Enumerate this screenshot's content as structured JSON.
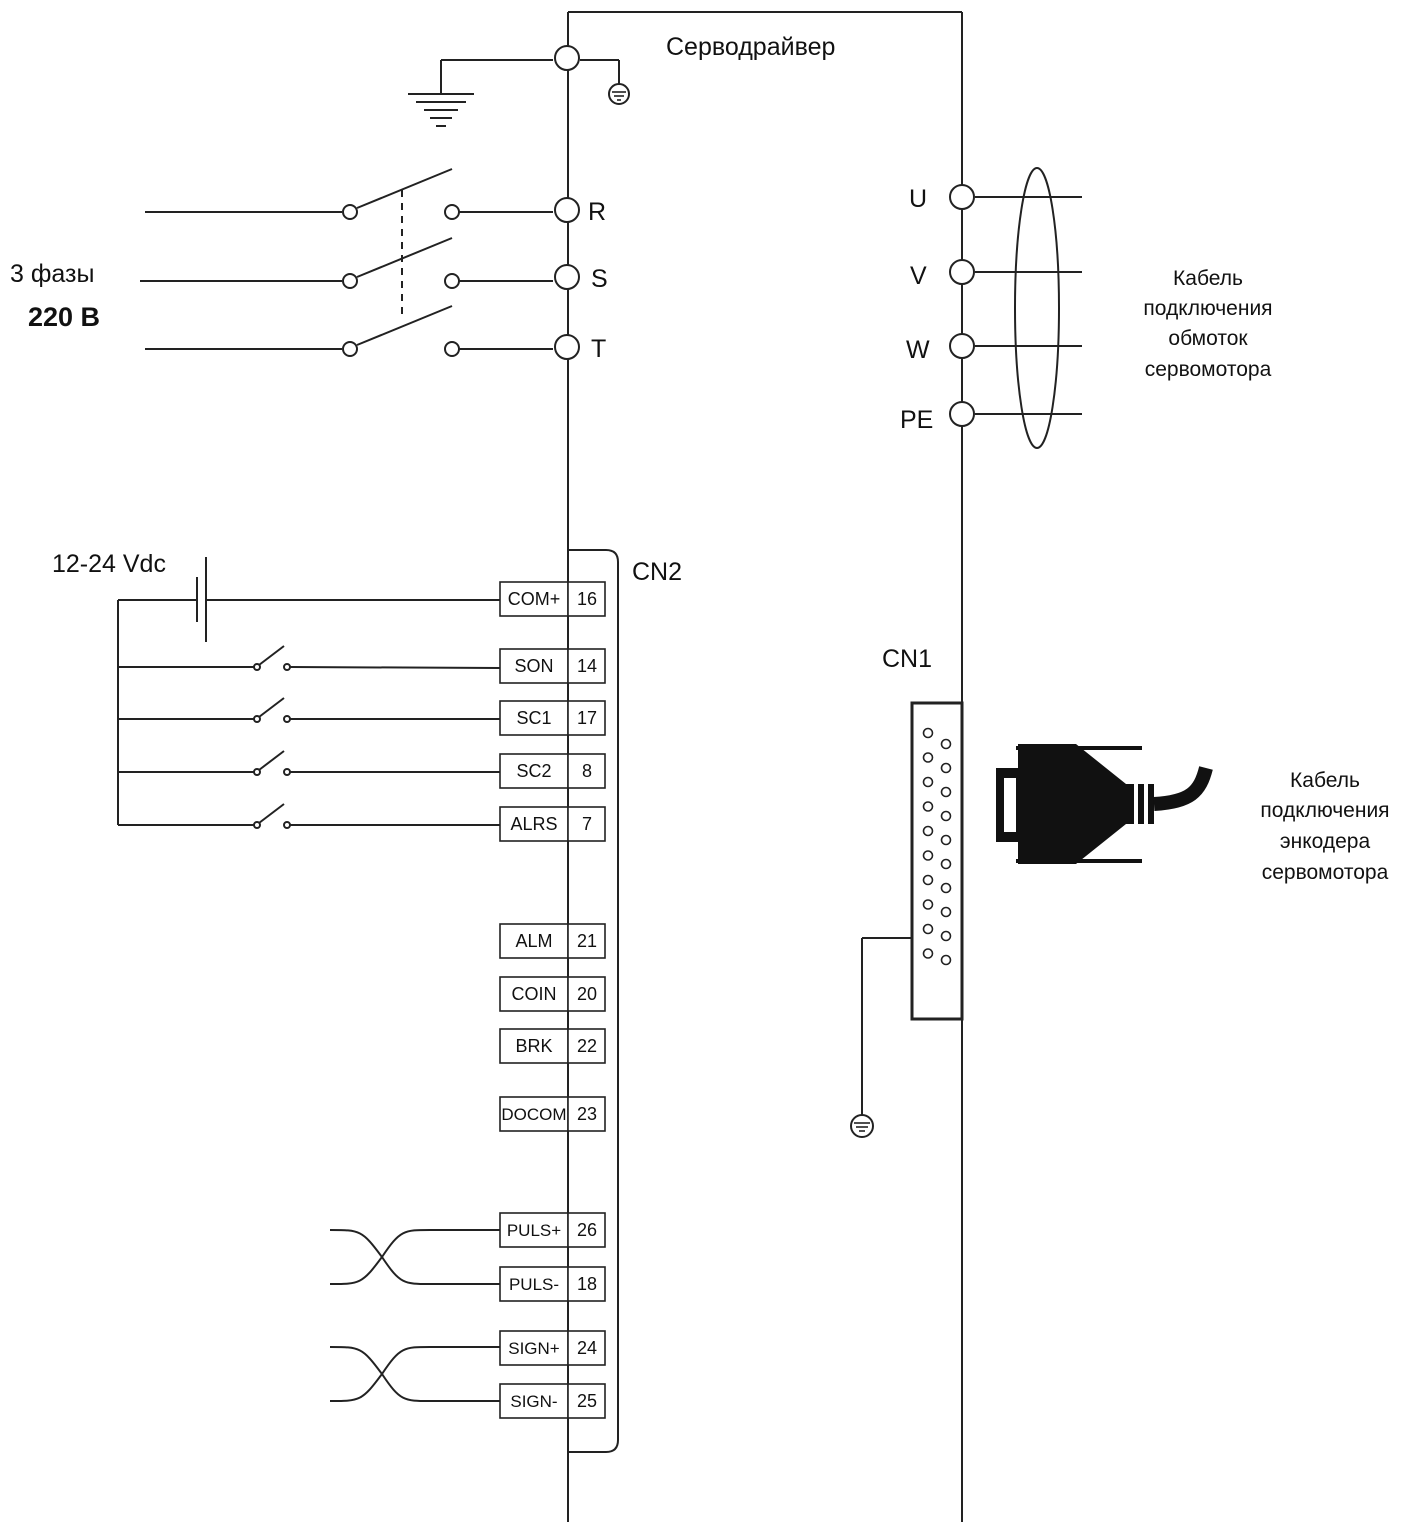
{
  "driver": {
    "title": "Серводрайвер"
  },
  "supply": {
    "label_line1": "3 фазы",
    "label_line2": "220 В"
  },
  "power_terminals": [
    "R",
    "S",
    "T"
  ],
  "motor_terminals": [
    "U",
    "V",
    "W",
    "PE"
  ],
  "motor_cable": {
    "line1": "Кабель",
    "line2": "подключения",
    "line3": "обмоток",
    "line4": "сервомотора"
  },
  "encoder_cable": {
    "line1": "Кабель",
    "line2": "подключения",
    "line3": "энкодера",
    "line4": "сервомотора"
  },
  "cn2": {
    "label": "CN2",
    "dc_label": "12-24 Vdc",
    "pins": [
      {
        "name": "COM+",
        "num": "16"
      },
      {
        "name": "SON",
        "num": "14"
      },
      {
        "name": "SC1",
        "num": "17"
      },
      {
        "name": "SC2",
        "num": "8"
      },
      {
        "name": "ALRS",
        "num": "7"
      },
      {
        "name": "ALM",
        "num": "21"
      },
      {
        "name": "COIN",
        "num": "20"
      },
      {
        "name": "BRK",
        "num": "22"
      },
      {
        "name": "DOCOM",
        "num": "23"
      },
      {
        "name": "PULS+",
        "num": "26"
      },
      {
        "name": "PULS-",
        "num": "18"
      },
      {
        "name": "SIGN+",
        "num": "24"
      },
      {
        "name": "SIGN-",
        "num": "25"
      }
    ]
  },
  "cn1": {
    "label": "CN1"
  }
}
